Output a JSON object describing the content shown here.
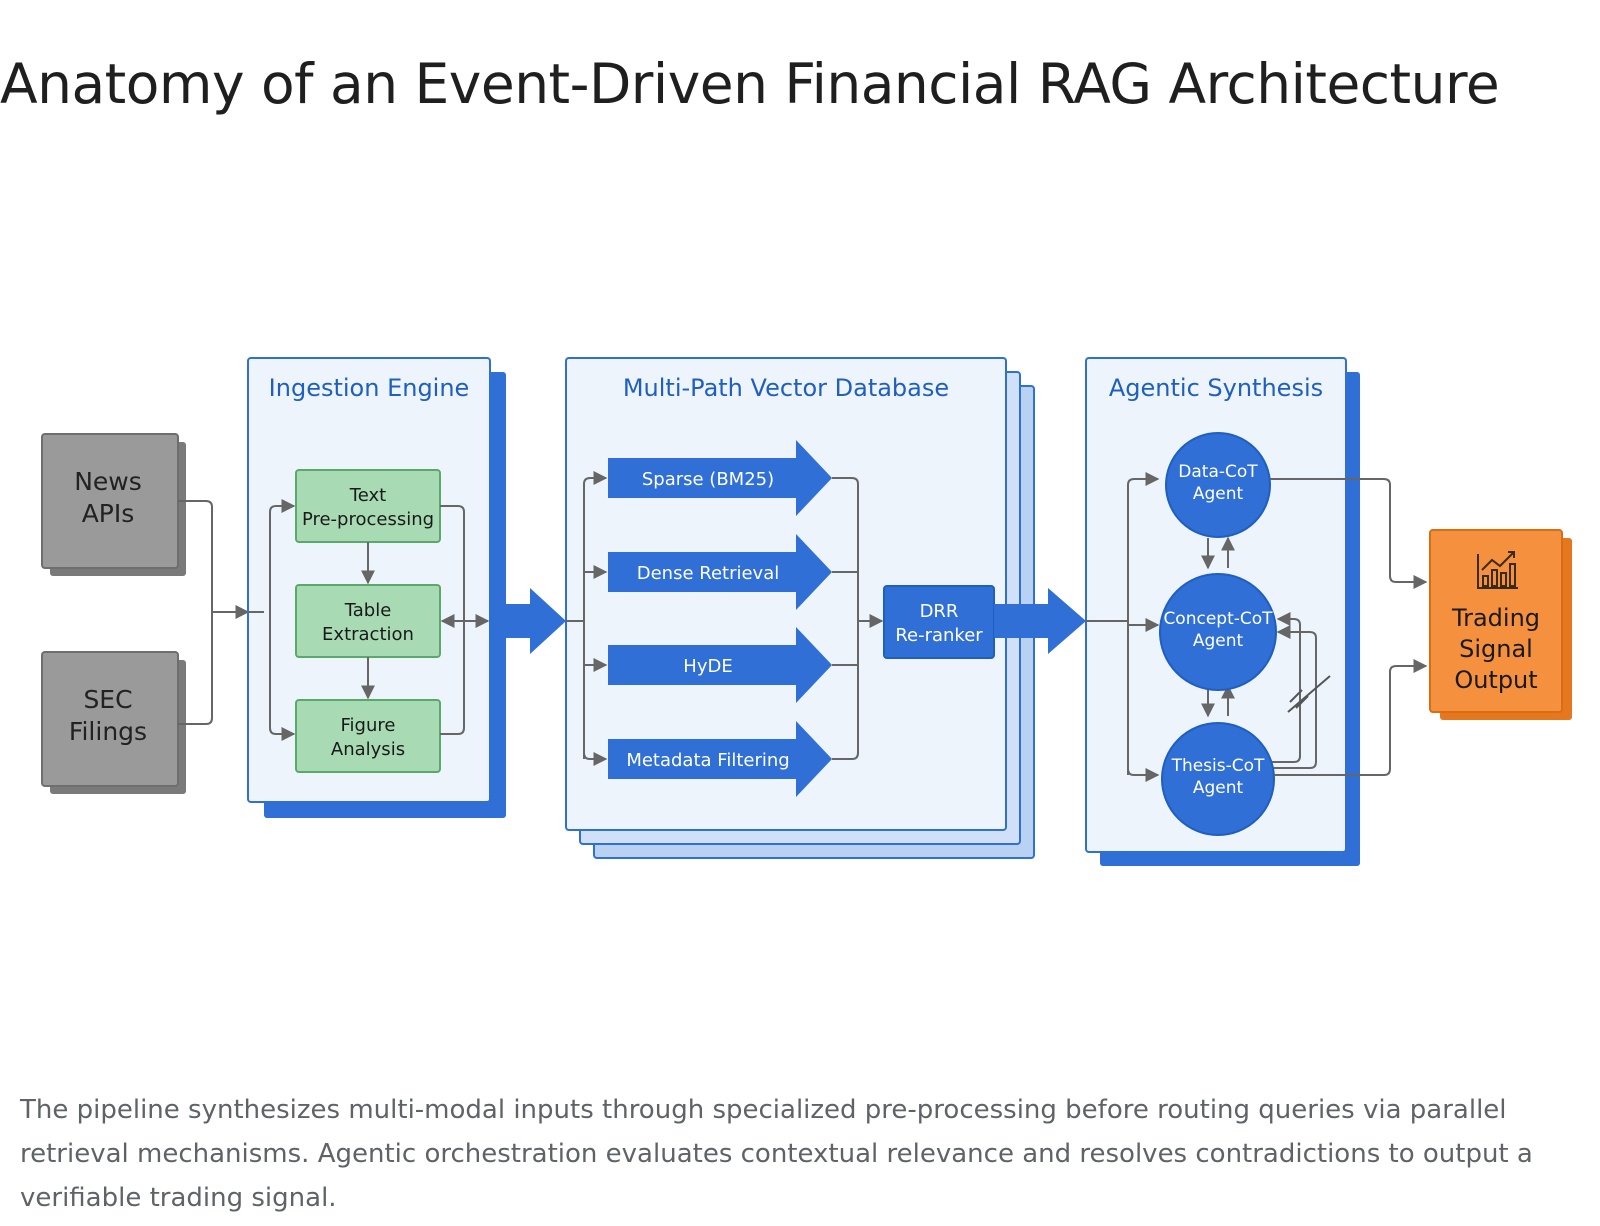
{
  "title": "Anatomy of an Event-Driven Financial RAG Architecture",
  "caption": "The pipeline synthesizes multi-modal inputs through specialized pre-processing before routing queries via parallel retrieval mechanisms. Agentic orchestration evaluates contextual relevance and resolves contradictions to output a verifiable trading signal.",
  "colors": {
    "panel_fill": "#eef4fc",
    "panel_border": "#2f6fd6",
    "blue": "#2f6fd6",
    "green_fill": "#a8dbb3",
    "green_border": "#5aa96b",
    "gray_fill": "#9a9a9a",
    "orange": "#f5913e",
    "connector": "#666666"
  },
  "sources": {
    "news": [
      "News",
      "APIs"
    ],
    "sec": [
      "SEC",
      "Filings"
    ]
  },
  "ingestion": {
    "title": "Ingestion Engine",
    "text": [
      "Text",
      "Pre-processing"
    ],
    "table": [
      "Table",
      "Extraction"
    ],
    "figure": [
      "Figure",
      "Analysis"
    ]
  },
  "vector_db": {
    "title": "Multi-Path Vector Database",
    "sparse": "Sparse (BM25)",
    "dense": "Dense Retrieval",
    "hyde": "HyDE",
    "metadata": "Metadata Filtering",
    "reranker": [
      "DRR",
      "Re-ranker"
    ]
  },
  "synthesis": {
    "title": "Agentic Synthesis",
    "data_agent": [
      "Data-CoT",
      "Agent"
    ],
    "concept_agent": [
      "Concept-CoT",
      "Agent"
    ],
    "thesis_agent": [
      "Thesis-CoT",
      "Agent"
    ]
  },
  "output": {
    "icon": "bar-chart-trend-icon",
    "label": [
      "Trading",
      "Signal",
      "Output"
    ]
  }
}
